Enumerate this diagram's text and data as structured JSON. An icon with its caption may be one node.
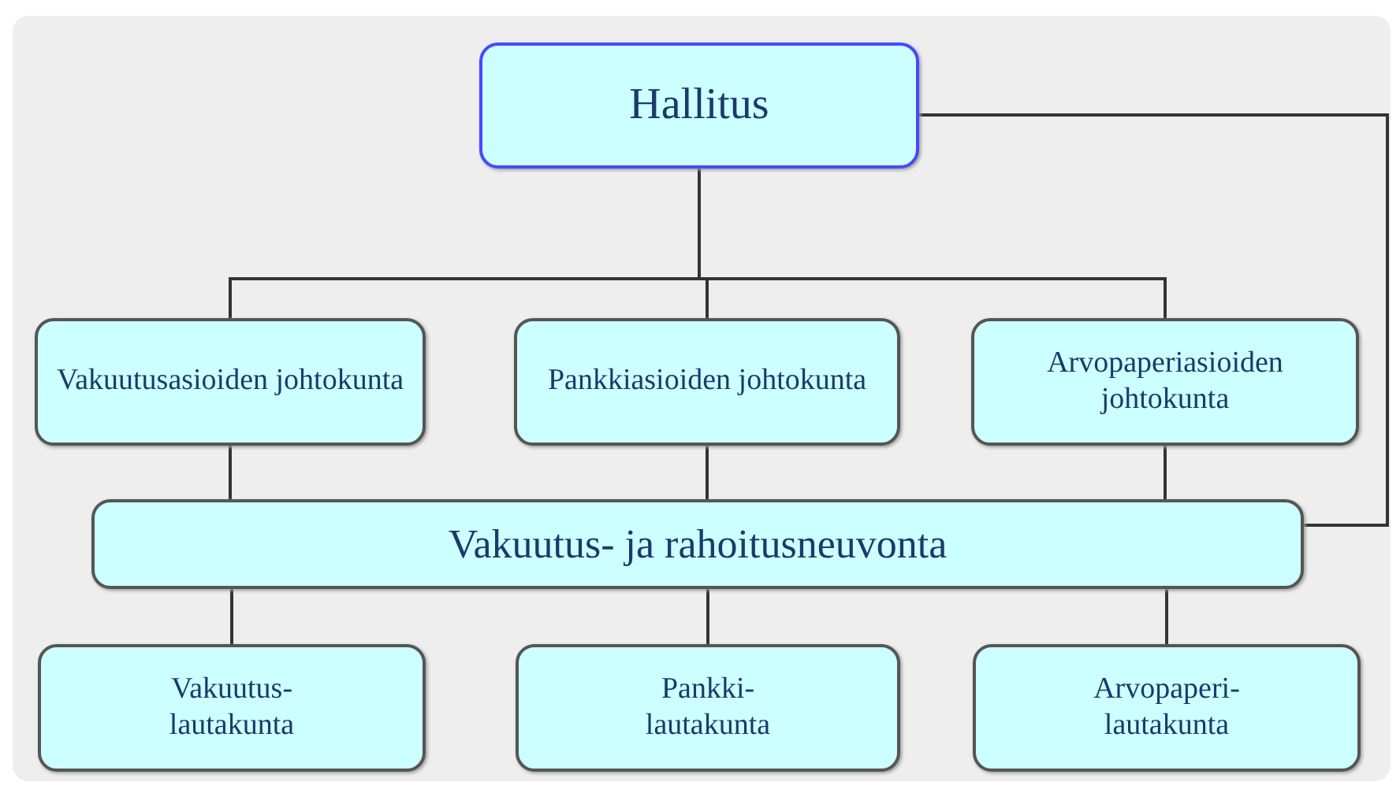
{
  "diagram": {
    "nodes": [
      {
        "text": [
          "Hallitus"
        ]
      },
      {
        "text": [
          "Vakuutusasioiden johtokunta"
        ]
      },
      {
        "text": [
          "Pankkiasioiden johtokunta"
        ]
      },
      {
        "text": [
          "Arvopaperiasioiden johtokunta"
        ]
      },
      {
        "text": [
          "Vakuutus- ja rahoitusneuvonta"
        ]
      },
      {
        "text": [
          "Vakuutus- lautakunta"
        ]
      },
      {
        "text": [
          "Pankki- lautakunta"
        ]
      },
      {
        "text": [
          "Arvopaperi- lautakunta"
        ]
      }
    ],
    "edges": [
      {
        "from": 0,
        "to": 1,
        "arrow": "none"
      },
      {
        "from": 0,
        "to": 2,
        "arrow": "none"
      },
      {
        "from": 0,
        "to": 3,
        "arrow": "none"
      },
      {
        "from": 0,
        "to": 4,
        "arrow": "none"
      },
      {
        "from": 1,
        "to": 4,
        "arrow": "none"
      },
      {
        "from": 2,
        "to": 4,
        "arrow": "none"
      },
      {
        "from": 3,
        "to": 4,
        "arrow": "none"
      },
      {
        "from": 4,
        "to": 5,
        "arrow": "none"
      },
      {
        "from": 4,
        "to": 6,
        "arrow": "none"
      },
      {
        "from": 4,
        "to": 7,
        "arrow": "none"
      }
    ]
  }
}
